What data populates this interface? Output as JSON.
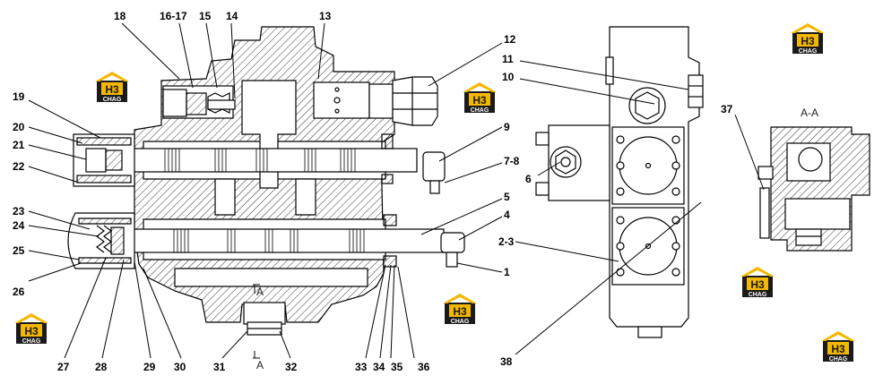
{
  "labels": {
    "l18": "18",
    "l16_17": "16-17",
    "l15": "15",
    "l14": "14",
    "l13": "13",
    "l12": "12",
    "l11": "11",
    "l10": "10",
    "l9": "9",
    "l7_8": "7-8",
    "l6": "6",
    "l5": "5",
    "l4": "4",
    "l2_3": "2-3",
    "l1": "1",
    "l19": "19",
    "l20": "20",
    "l21": "21",
    "l22": "22",
    "l23": "23",
    "l24": "24",
    "l25": "25",
    "l26": "26",
    "l27": "27",
    "l28": "28",
    "l29": "29",
    "l30": "30",
    "l31": "31",
    "l32": "32",
    "l33": "33",
    "l34": "34",
    "l35": "35",
    "l36": "36",
    "l37": "37",
    "l38": "38"
  },
  "section_marks": {
    "cut_top": "A",
    "cut_bottom": "A",
    "section_title": "A-A"
  },
  "watermark": {
    "mark": "H3",
    "text": "CHAG"
  },
  "colors": {
    "line": "#000000",
    "logo_yellow": "#f5b800",
    "logo_dark": "#1a1a1a"
  }
}
